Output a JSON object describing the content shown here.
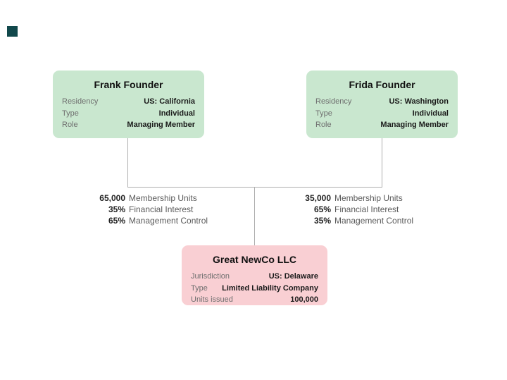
{
  "colors": {
    "founder_box": "#c9e7cf",
    "company_box": "#f9cfd3",
    "line": "#aeaeae",
    "label_text": "#6f6f6f",
    "value_text": "#1a1a1a",
    "stat_label_text": "#5a5a5a",
    "artifact": "#11484b"
  },
  "nodes": {
    "frank": {
      "title": "Frank Founder",
      "rows": [
        {
          "label": "Residency",
          "value": "US: California"
        },
        {
          "label": "Type",
          "value": "Individual"
        },
        {
          "label": "Role",
          "value": "Managing Member"
        }
      ]
    },
    "frida": {
      "title": "Frida Founder",
      "rows": [
        {
          "label": "Residency",
          "value": "US: Washington"
        },
        {
          "label": "Type",
          "value": "Individual"
        },
        {
          "label": "Role",
          "value": "Managing Member"
        }
      ]
    },
    "newco": {
      "title": "Great NewCo LLC",
      "rows": [
        {
          "label": "Jurisdiction",
          "value": "US: Delaware"
        },
        {
          "label": "Type",
          "value": "Limited Liability Company"
        },
        {
          "label": "Units issued",
          "value": "100,000"
        }
      ]
    }
  },
  "edges": {
    "left": {
      "rows": [
        {
          "value": "65,000",
          "label": "Membership Units"
        },
        {
          "value": "35%",
          "label": "Financial Interest"
        },
        {
          "value": "65%",
          "label": "Management Control"
        }
      ]
    },
    "right": {
      "rows": [
        {
          "value": "35,000",
          "label": "Membership Units"
        },
        {
          "value": "65%",
          "label": "Financial Interest"
        },
        {
          "value": "35%",
          "label": "Management Control"
        }
      ]
    }
  }
}
